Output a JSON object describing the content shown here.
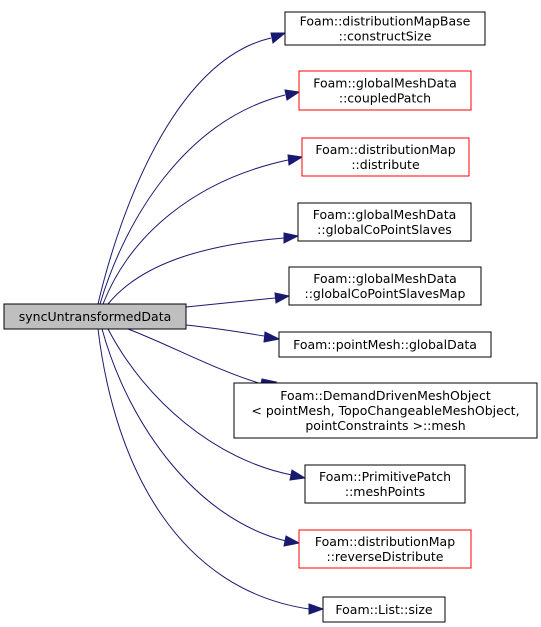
{
  "colors": {
    "edge": "#191970",
    "normal_border": "#000000",
    "truncated_border": "#ff0000",
    "root_fill": "#bfbfbf",
    "node_fill": "#ffffff"
  },
  "root": {
    "label": "syncUntransformedData"
  },
  "callees": [
    {
      "lines": [
        "Foam::distributionMapBase",
        "::constructSize"
      ],
      "border": "normal"
    },
    {
      "lines": [
        "Foam::globalMeshData",
        "::coupledPatch"
      ],
      "border": "truncated"
    },
    {
      "lines": [
        "Foam::distributionMap",
        "::distribute"
      ],
      "border": "truncated"
    },
    {
      "lines": [
        "Foam::globalMeshData",
        "::globalCoPointSlaves"
      ],
      "border": "normal"
    },
    {
      "lines": [
        "Foam::globalMeshData",
        "::globalCoPointSlavesMap"
      ],
      "border": "normal"
    },
    {
      "lines": [
        "Foam::pointMesh::globalData"
      ],
      "border": "normal"
    },
    {
      "lines": [
        "Foam::DemandDrivenMeshObject",
        "< pointMesh, TopoChangeableMeshObject,",
        "pointConstraints >::mesh"
      ],
      "border": "normal"
    },
    {
      "lines": [
        "Foam::PrimitivePatch",
        "::meshPoints"
      ],
      "border": "normal"
    },
    {
      "lines": [
        "Foam::distributionMap",
        "::reverseDistribute"
      ],
      "border": "truncated"
    },
    {
      "lines": [
        "Foam::List::size"
      ],
      "border": "normal"
    }
  ]
}
